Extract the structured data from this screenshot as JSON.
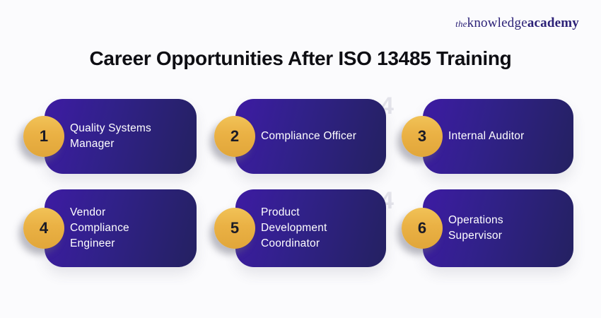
{
  "brand": {
    "the": "the",
    "knowledge": "knowledge",
    "academy": "academy"
  },
  "title": "Career Opportunities After ISO 13485 Training",
  "cards": [
    {
      "number": "1",
      "label": "Quality Systems\nManager"
    },
    {
      "number": "2",
      "label": "Compliance Officer"
    },
    {
      "number": "3",
      "label": "Internal Auditor"
    },
    {
      "number": "4",
      "label": "Vendor\nCompliance\nEngineer"
    },
    {
      "number": "5",
      "label": "Product\nDevelopment\nCoordinator"
    },
    {
      "number": "6",
      "label": "Operations\nSupervisor"
    }
  ],
  "artifacts": {
    "watermark_numeral": "4"
  },
  "colors": {
    "background": "#fbfbfd",
    "title_text": "#0e0e13",
    "logo_text": "#2c2177",
    "card_gradient_start": "#3d1ba3",
    "card_gradient_end": "#242161",
    "card_text": "#ffffff",
    "badge_fill": "#eab144",
    "badge_text": "#1b1b26",
    "watermark_text": "#e3e3ea"
  }
}
